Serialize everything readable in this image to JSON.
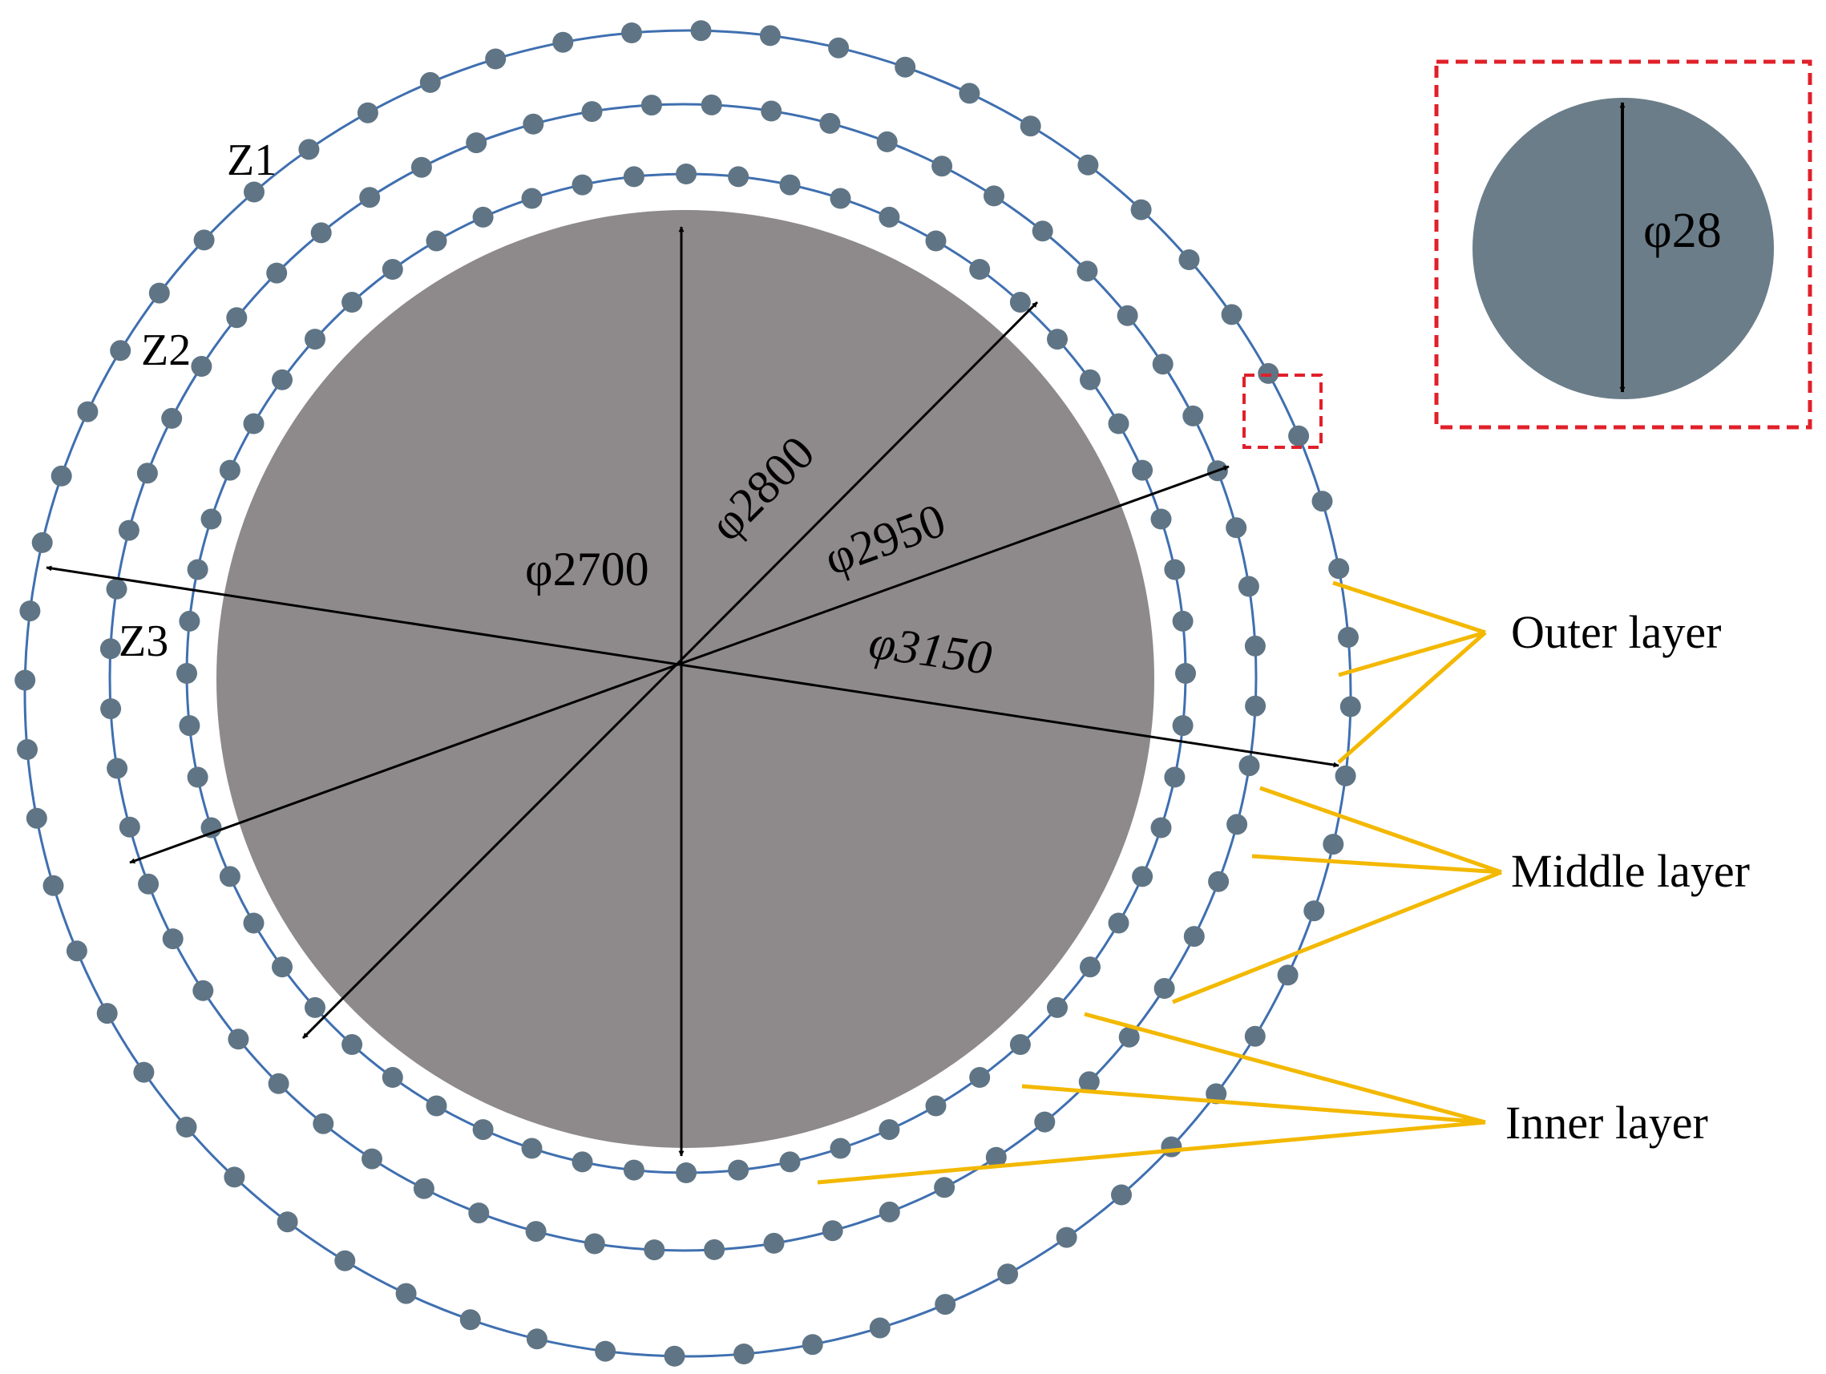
{
  "figure": {
    "ring_labels": [
      "Z1",
      "Z2",
      "Z3"
    ],
    "diameters": {
      "core": "φ2700",
      "inner": "φ2800",
      "middle": "φ2950",
      "outer": "φ3150"
    },
    "detail": {
      "label": "φ28"
    },
    "legend": {
      "outer": "Outer layer",
      "middle": "Middle layer",
      "inner": "Inner layer"
    }
  },
  "rings": [
    {
      "name": "inner",
      "diameter": 2800,
      "dot_count": 60
    },
    {
      "name": "middle",
      "diameter": 2950,
      "dot_count": 60
    },
    {
      "name": "outer",
      "diameter": 3150,
      "dot_count": 60
    }
  ],
  "colors": {
    "core": "#8e8a8b",
    "ring": "#3f6fb0",
    "dot": "#5f7585",
    "detail_dot": "#6b7d89",
    "leader": "#f3b800",
    "highlight": "#e0202a",
    "arrow": "#000000"
  }
}
